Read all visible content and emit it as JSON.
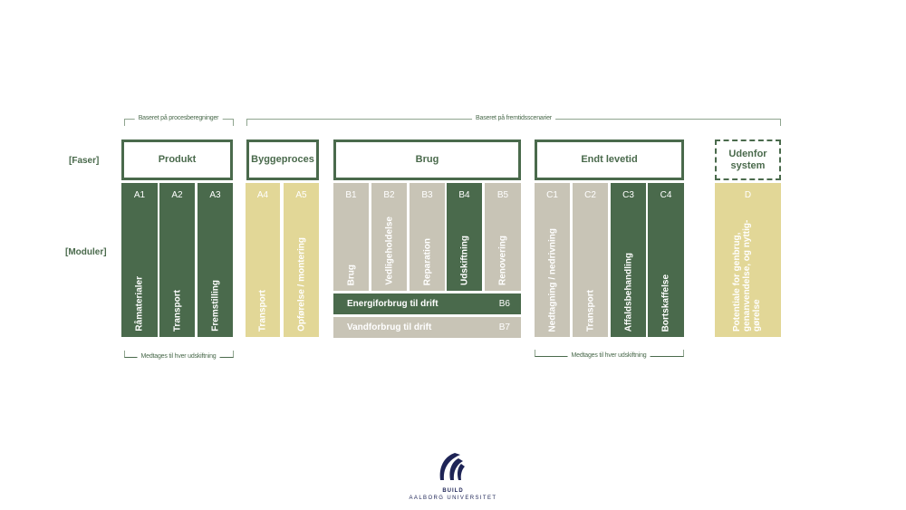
{
  "colors": {
    "green": "#4a6a4c",
    "yellow": "#e2d797",
    "gray": "#c8c4b6"
  },
  "brackets": {
    "top_left": "Baseret på procesberegninger",
    "top_right": "Baseret på fremtidsscenarier",
    "bottom_left": "Medtages til hver udskiftning",
    "bottom_right": "Medtages til hver udskiftning"
  },
  "labels": {
    "phases": "[Faser]",
    "modules": "[Moduler]"
  },
  "phases": {
    "produkt": "Produkt",
    "byggeproces": "Byggeproces",
    "brug": "Brug",
    "endt": "Endt levetid",
    "udenfor": "Udenfor system"
  },
  "modules": [
    {
      "code": "A1",
      "label": "Råmaterialer",
      "color": "green"
    },
    {
      "code": "A2",
      "label": "Transport",
      "color": "green"
    },
    {
      "code": "A3",
      "label": "Fremstilling",
      "color": "green"
    },
    {
      "code": "A4",
      "label": "Transport",
      "color": "yellow"
    },
    {
      "code": "A5",
      "label": "Opførelse / montering",
      "color": "yellow"
    },
    {
      "code": "B1",
      "label": "Brug",
      "color": "gray"
    },
    {
      "code": "B2",
      "label": "Vedligeholdelse",
      "color": "gray"
    },
    {
      "code": "B3",
      "label": "Reparation",
      "color": "gray"
    },
    {
      "code": "B4",
      "label": "Udskiftning",
      "color": "green"
    },
    {
      "code": "B5",
      "label": "Renovering",
      "color": "gray"
    },
    {
      "code": "C1",
      "label": "Nedtagning / nedrivning",
      "color": "gray"
    },
    {
      "code": "C2",
      "label": "Transport",
      "color": "gray"
    },
    {
      "code": "C3",
      "label": "Affaldsbehandling",
      "color": "green"
    },
    {
      "code": "C4",
      "label": "Bortskaffelse",
      "color": "green"
    },
    {
      "code": "D",
      "label": "Potentiale for genbrug, genanvendelse, og nyttig-gørelse",
      "color": "yellow"
    }
  ],
  "rows": [
    {
      "label": "Energiforbrug til drift",
      "code": "B6",
      "color": "green"
    },
    {
      "label": "Vandforbrug til drift",
      "code": "B7",
      "color": "gray"
    }
  ],
  "logo": {
    "line1": "BUILD",
    "line2": "AALBORG UNIVERSITET"
  }
}
